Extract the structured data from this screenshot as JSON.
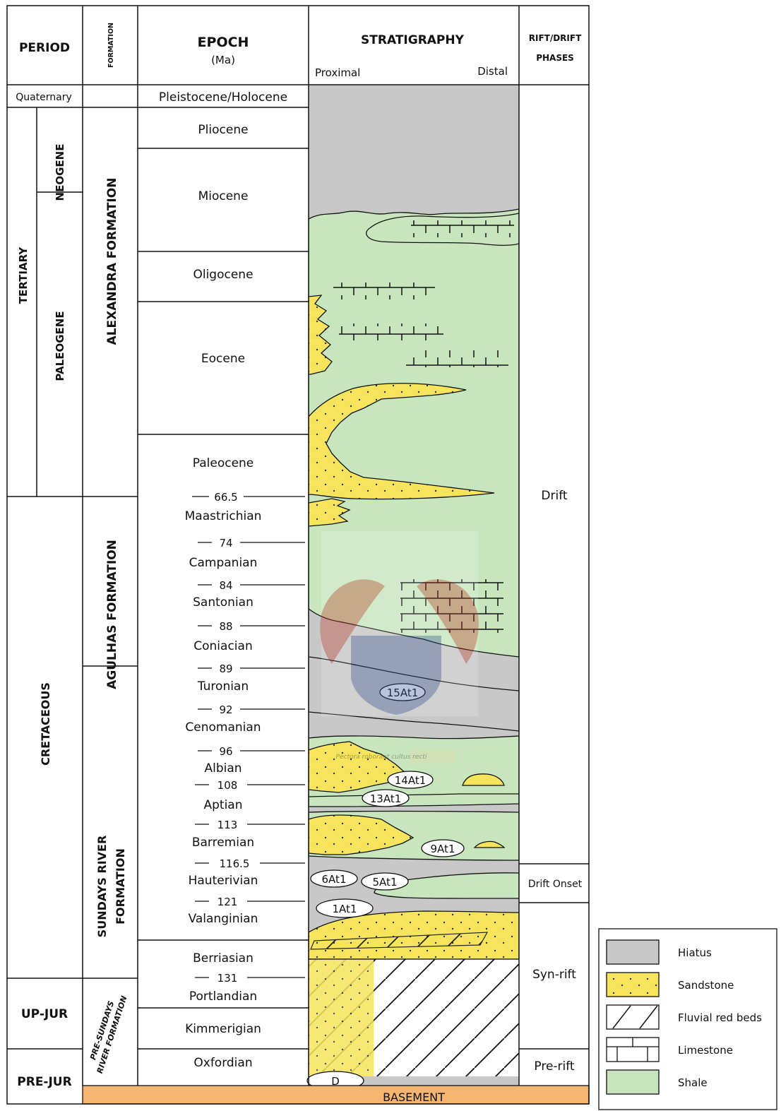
{
  "headers": {
    "period": "PERIOD",
    "formation": "FORMATION",
    "epoch": "EPOCH",
    "epoch_unit": "(Ma)",
    "stratigraphy": "STRATIGRAPHY",
    "proximal": "Proximal",
    "distal": "Distal",
    "phases_line1": "RIFT/DRIFT",
    "phases_line2": "PHASES"
  },
  "periods": {
    "quaternary": "Quaternary",
    "tertiary": "TERTIARY",
    "neogene": "NEOGENE",
    "paleogene": "PALEOGENE",
    "cretaceous": "CRETACEOUS",
    "up_jur": "UP-JUR",
    "pre_jur": "PRE-JUR"
  },
  "formations": {
    "alexandra": "ALEXANDRA FORMATION",
    "agulhas": "AGULHAS FORMATION",
    "sundays_1": "SUNDAYS RIVER",
    "sundays_2": "FORMATION",
    "pre_sundays_1": "PRE-SUNDAYS",
    "pre_sundays_2": "RIVER FORMATION"
  },
  "epochs": [
    {
      "id": "pleistocene",
      "name": "Pleistocene/Holocene"
    },
    {
      "id": "pliocene",
      "name": "Pliocene"
    },
    {
      "id": "miocene",
      "name": "Miocene"
    },
    {
      "id": "oligocene",
      "name": "Oligocene"
    },
    {
      "id": "eocene",
      "name": "Eocene"
    },
    {
      "id": "paleocene",
      "name": "Paleocene"
    },
    {
      "id": "maastrichian",
      "name": "Maastrichian"
    },
    {
      "id": "campanian",
      "name": "Campanian"
    },
    {
      "id": "santonian",
      "name": "Santonian"
    },
    {
      "id": "coniacian",
      "name": "Coniacian"
    },
    {
      "id": "turonian",
      "name": "Turonian"
    },
    {
      "id": "cenomanian",
      "name": "Cenomanian"
    },
    {
      "id": "albian",
      "name": "Albian"
    },
    {
      "id": "aptian",
      "name": "Aptian"
    },
    {
      "id": "barremian",
      "name": "Barremian"
    },
    {
      "id": "hauterivian",
      "name": "Hauterivian"
    },
    {
      "id": "valanginian",
      "name": "Valanginian"
    },
    {
      "id": "berriasian",
      "name": "Berriasian"
    },
    {
      "id": "portlandian",
      "name": "Portlandian"
    },
    {
      "id": "kimmerigian",
      "name": "Kimmerigian"
    },
    {
      "id": "oxfordian",
      "name": "Oxfordian"
    }
  ],
  "ages": [
    "66.5",
    "74",
    "84",
    "88",
    "89",
    "92",
    "96",
    "108",
    "113",
    "116.5",
    "121",
    "131"
  ],
  "wells": [
    "15At1",
    "14At1",
    "13At1",
    "9At1",
    "6At1",
    "5At1",
    "1At1",
    "D"
  ],
  "phases": {
    "drift": "Drift",
    "drift_onset": "Drift Onset",
    "syn_rift": "Syn-rift",
    "pre_rift": "Pre-rift"
  },
  "basement": "BASEMENT",
  "watermark_motto": "Pectora roborant cultus recti",
  "legend": [
    {
      "id": "hiatus",
      "label": "Hiatus",
      "color": "#c8c8c8"
    },
    {
      "id": "sandstone",
      "label": "Sandstone",
      "color": "#f5e45c"
    },
    {
      "id": "fluvial",
      "label": "Fluvial red beds",
      "color": "#ffffff"
    },
    {
      "id": "limestone",
      "label": "Limestone",
      "color": "#ffffff"
    },
    {
      "id": "shale",
      "label": "Shale",
      "color": "#c8e6be"
    }
  ],
  "colors": {
    "hiatus": "#c8c8c8",
    "shale": "#c8e6be",
    "sandstone": "#f5e45c",
    "basement": "#f5b470"
  }
}
